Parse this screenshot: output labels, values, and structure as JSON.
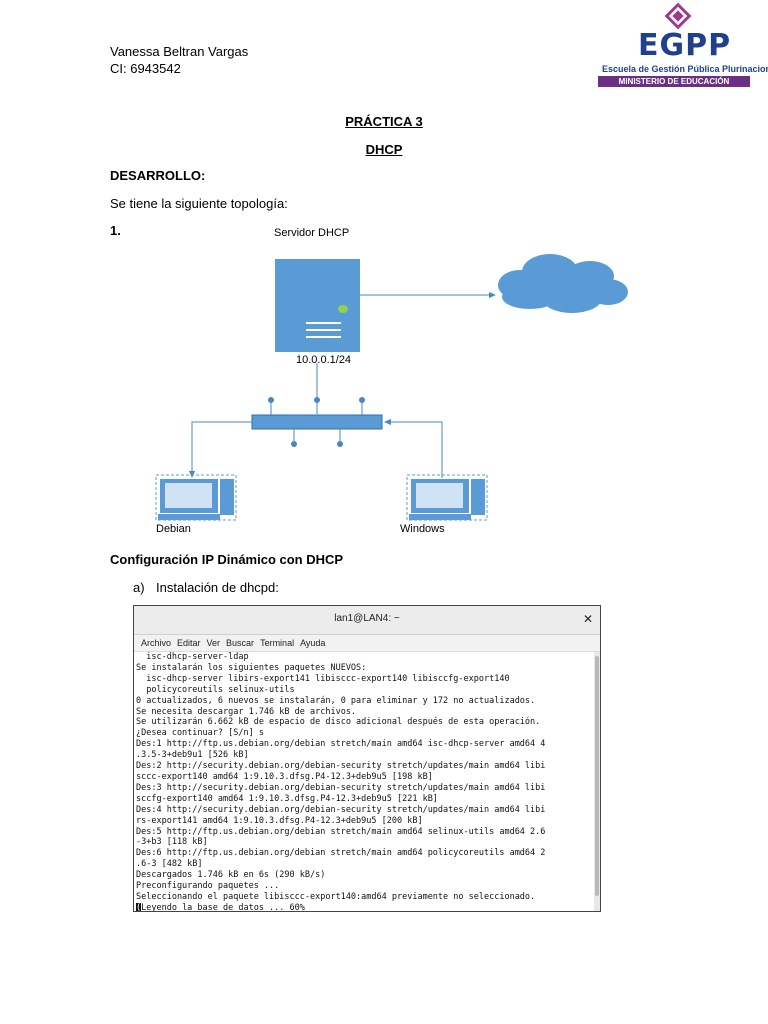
{
  "author": {
    "name": "Vanessa Beltran Vargas",
    "ci": "CI: 6943542"
  },
  "logo": {
    "name": "EGPP",
    "subtitle": "Escuela de Gestión Pública Plurinacional",
    "ministry": "MINISTERIO DE EDUCACIÓN",
    "colors": {
      "blue": "#1f3f8f",
      "purple": "#6b2f86"
    }
  },
  "doc": {
    "title": "PRÁCTICA 3",
    "subtitle": "DHCP",
    "section": "DESARROLLO:",
    "intro": "Se tiene la siguiente topología:",
    "item_number": "1.",
    "config_heading": "Configuración IP Dinámico con DHCP",
    "step_a_label": "a)",
    "step_a_text": "Instalación de dhcpd:"
  },
  "diagram": {
    "server_label": "Servidor DHCP",
    "server_ip": "10.0.0.1/24",
    "client_left": "Debian",
    "client_right": "Windows",
    "colors": {
      "device": "#5b9bd5",
      "line": "#4a86c5",
      "led": "#92d050"
    }
  },
  "terminal": {
    "title": "lan1@LAN4: ~",
    "close_icon": "close-icon",
    "menu": [
      "Archivo",
      "Editar",
      "Ver",
      "Buscar",
      "Terminal",
      "Ayuda"
    ],
    "lines": [
      "  isc-dhcp-server-ldap",
      "Se instalarán los siguientes paquetes NUEVOS:",
      "  isc-dhcp-server libirs-export141 libisccc-export140 libisccfg-export140",
      "  policycoreutils selinux-utils",
      "0 actualizados, 6 nuevos se instalarán, 0 para eliminar y 172 no actualizados.",
      "Se necesita descargar 1.746 kB de archivos.",
      "Se utilizarán 6.662 kB de espacio de disco adicional después de esta operación.",
      "¿Desea continuar? [S/n] s",
      "Des:1 http://ftp.us.debian.org/debian stretch/main amd64 isc-dhcp-server amd64 4",
      ".3.5-3+deb9u1 [526 kB]",
      "Des:2 http://security.debian.org/debian-security stretch/updates/main amd64 libi",
      "sccc-export140 amd64 1:9.10.3.dfsg.P4-12.3+deb9u5 [198 kB]",
      "Des:3 http://security.debian.org/debian-security stretch/updates/main amd64 libi",
      "sccfg-export140 amd64 1:9.10.3.dfsg.P4-12.3+deb9u5 [221 kB]",
      "Des:4 http://security.debian.org/debian-security stretch/updates/main amd64 libi",
      "rs-export141 amd64 1:9.10.3.dfsg.P4-12.3+deb9u5 [200 kB]",
      "Des:5 http://ftp.us.debian.org/debian stretch/main amd64 selinux-utils amd64 2.6",
      "-3+b3 [118 kB]",
      "Des:6 http://ftp.us.debian.org/debian stretch/main amd64 policycoreutils amd64 2",
      ".6-3 [482 kB]",
      "Descargados 1.746 kB en 6s (290 kB/s)",
      "Preconfigurando paquetes ...",
      "Seleccionando el paquete libisccc-export140:amd64 previamente no seleccionado."
    ],
    "last_line": "Leyendo la base de datos ... 60%"
  }
}
